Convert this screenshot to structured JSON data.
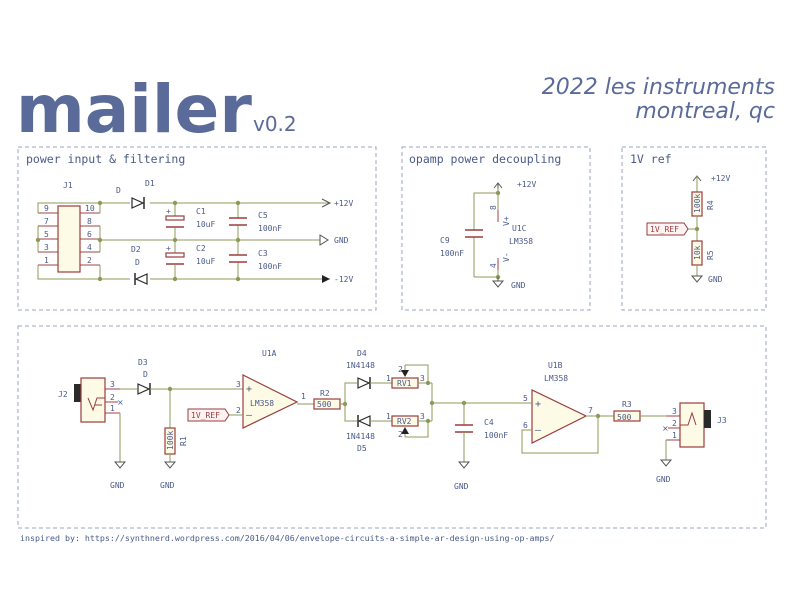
{
  "title": {
    "name": "mailer",
    "version": "v0.2",
    "year_org": "2022 les instruments",
    "location": "montreal, qc"
  },
  "sections": {
    "power": "power input & filtering",
    "decoupling": "opamp power decoupling",
    "vref": "1V ref"
  },
  "power": {
    "j1": "J1",
    "pins_left": [
      "9",
      "7",
      "5",
      "3",
      "1"
    ],
    "pins_right": [
      "10",
      "8",
      "6",
      "4",
      "2"
    ],
    "d1_type": "D",
    "d1": "D1",
    "d2": "D2",
    "d2_type": "D",
    "c1": "C1",
    "c1_val": "10uF",
    "c2": "C2",
    "c2_val": "10uF",
    "c5": "C5",
    "c5_val": "100nF",
    "c3": "C3",
    "c3_val": "100nF",
    "plus12": "+12V",
    "gnd": "GND",
    "minus12": "-12V"
  },
  "decoupling": {
    "plus12": "+12V",
    "c9": "C9",
    "c9_val": "100nF",
    "pin8": "8",
    "pin4": "4",
    "vplus": "V+",
    "vminus": "V-",
    "u1c": "U1C",
    "u1c_type": "LM358",
    "gnd": "GND"
  },
  "vref": {
    "plus12": "+12V",
    "r4": "R4",
    "r4_val": "100k",
    "label": "1V_REF",
    "r5": "R5",
    "r5_val": "10k",
    "gnd": "GND"
  },
  "main": {
    "j2": "J2",
    "j2_pins": [
      "3",
      "2",
      "1"
    ],
    "gnd_j2": "GND",
    "d3": "D3",
    "d3_type": "D",
    "r1": "R1",
    "r1_val": "100k",
    "gnd_r1": "GND",
    "u1a": "U1A",
    "u1a_type": "LM358",
    "u1a_pins": [
      "3",
      "2",
      "1"
    ],
    "vref_label": "1V_REF",
    "r2": "R2",
    "r2_val": "500",
    "d4": "D4",
    "d4_type": "1N4148",
    "d5_type": "1N4148",
    "d5": "D5",
    "rv1": "RV1",
    "rv2": "RV2",
    "rv1_pins": [
      "2",
      "1",
      "3"
    ],
    "rv2_pins": [
      "2",
      "1",
      "3"
    ],
    "c4": "C4",
    "c4_val": "100nF",
    "gnd_c4": "GND",
    "u1b": "U1B",
    "u1b_type": "LM358",
    "u1b_pins": [
      "5",
      "6",
      "7"
    ],
    "r3": "R3",
    "r3_val": "500",
    "j3": "J3",
    "j3_pins": [
      "3",
      "2",
      "1"
    ],
    "gnd_j3": "GND"
  },
  "credit": "inspired by: https://synthnerd.wordpress.com/2016/04/06/envelope-circuits-a-simple-ar-design-using-op-amps/"
}
